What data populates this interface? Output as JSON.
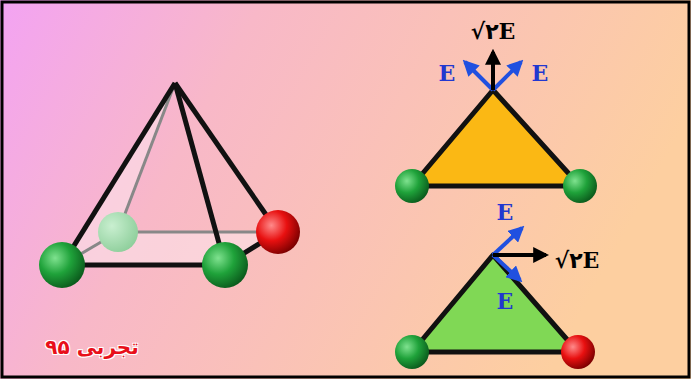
{
  "diagram": {
    "labels": [
      "√۲E",
      "E",
      "E",
      "E",
      "√۲E",
      "E",
      "تجربی ۹۵"
    ]
  }
}
